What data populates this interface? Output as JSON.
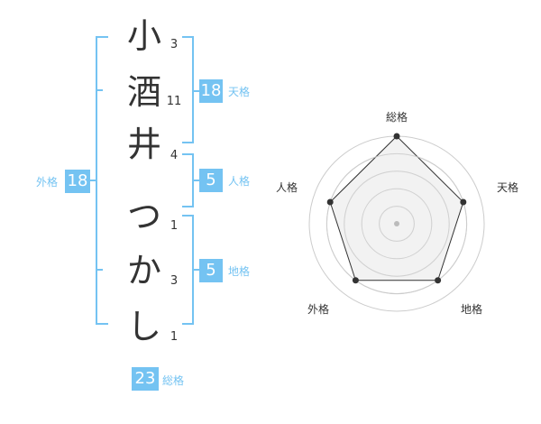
{
  "name": {
    "chars": [
      "小",
      "酒",
      "井",
      "つ",
      "か",
      "し"
    ],
    "strokes": [
      "3",
      "11",
      "4",
      "1",
      "3",
      "1"
    ]
  },
  "results": {
    "tenkaku": {
      "value": "18",
      "label": "天格"
    },
    "jinkaku": {
      "value": "5",
      "label": "人格"
    },
    "chikaku": {
      "value": "5",
      "label": "地格"
    },
    "gaikaku": {
      "value": "18",
      "label": "外格"
    },
    "soukaku": {
      "value": "23",
      "label": "総格"
    }
  },
  "radar": {
    "axes": [
      "総格",
      "天格",
      "地格",
      "外格",
      "人格"
    ],
    "levels": 5,
    "values": [
      5,
      4,
      4,
      4,
      4
    ],
    "max": 5
  },
  "colors": {
    "accent": "#74c3f2",
    "text": "#333333",
    "grid": "#cccccc",
    "fill": "#eeeeee"
  }
}
